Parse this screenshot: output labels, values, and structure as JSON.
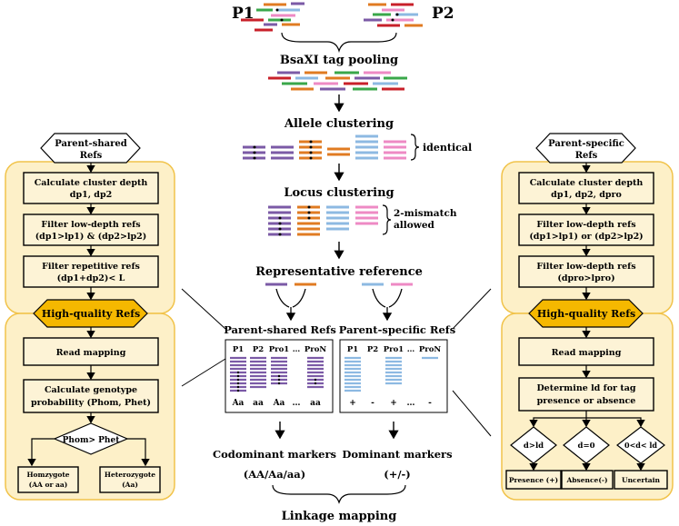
{
  "colors": {
    "panel_fill": "#fdf0c8",
    "panel_stroke": "#f1c34a",
    "box_fill": "#fdf3d6",
    "hq_fill": "#f5b800",
    "purple": "#7b5aa6",
    "orange": "#e07b22",
    "blue": "#8db9e2",
    "pink": "#ee8ac4",
    "green": "#3aa74a",
    "red": "#c8202a"
  },
  "center": {
    "p1": "P1",
    "p2": "P2",
    "tag_pooling": "BsaXI tag pooling",
    "allele_clustering": "Allele clustering",
    "identical": "identical",
    "locus_clustering": "Locus clustering",
    "mismatch_1": "2-mismatch",
    "mismatch_2": "allowed",
    "representative": "Representative reference",
    "shared_title": "Parent-shared Refs",
    "specific_title": "Parent-specific Refs",
    "table_cols": [
      "P1",
      "P2",
      "Pro1",
      "…",
      "ProN"
    ],
    "shared_genotypes": [
      "Aa",
      "aa",
      "Aa",
      "…",
      "aa"
    ],
    "specific_marks": [
      "+",
      "-",
      "+",
      "…",
      "-"
    ],
    "codominant": "Codominant markers",
    "codominant_sub": "(AA/Aa/aa)",
    "dominant": "Dominant markers",
    "dominant_sub": "(+/-)",
    "linkage": "Linkage mapping"
  },
  "left": {
    "hex_1": "Parent-shared",
    "hex_2": "Refs",
    "box1_1": "Calculate cluster depth",
    "box1_2": "dp1, dp2",
    "box2_1": "Filter low-depth refs",
    "box2_2": "(dp1>lp1) & (dp2>lp2)",
    "box3_1": "Filter repetitive refs",
    "box3_2": "(dp1+dp2)< L",
    "hq": "High-quality Refs",
    "read_mapping": "Read mapping",
    "genotype_1": "Calculate genotype",
    "genotype_2": "probability (Phom, Phet)",
    "diamond": "Phom> Phet",
    "homo_1": "Homzygote",
    "homo_2": "(AA or aa)",
    "het_1": "Heterozygote",
    "het_2": "(Aa)"
  },
  "right": {
    "hex_1": "Parent-specific",
    "hex_2": "Refs",
    "box1_1": "Calculate cluster depth",
    "box1_2": "dp1, dp2, dpro",
    "box2_1": "Filter low-depth refs",
    "box2_2": "(dp1>lp1) or (dp2>lp2)",
    "box3_1": "Filter low-depth refs",
    "box3_2": "(dpro>lpro)",
    "hq": "High-quality Refs",
    "read_mapping": "Read mapping",
    "determine_1": "Determine ld for tag",
    "determine_2": "presence or absence",
    "d1": "d>ld",
    "d2": "d=0",
    "d3": "0<d< ld",
    "presence": "Presence (+)",
    "absence": "Absence(-)",
    "uncertain": "Uncertain"
  }
}
